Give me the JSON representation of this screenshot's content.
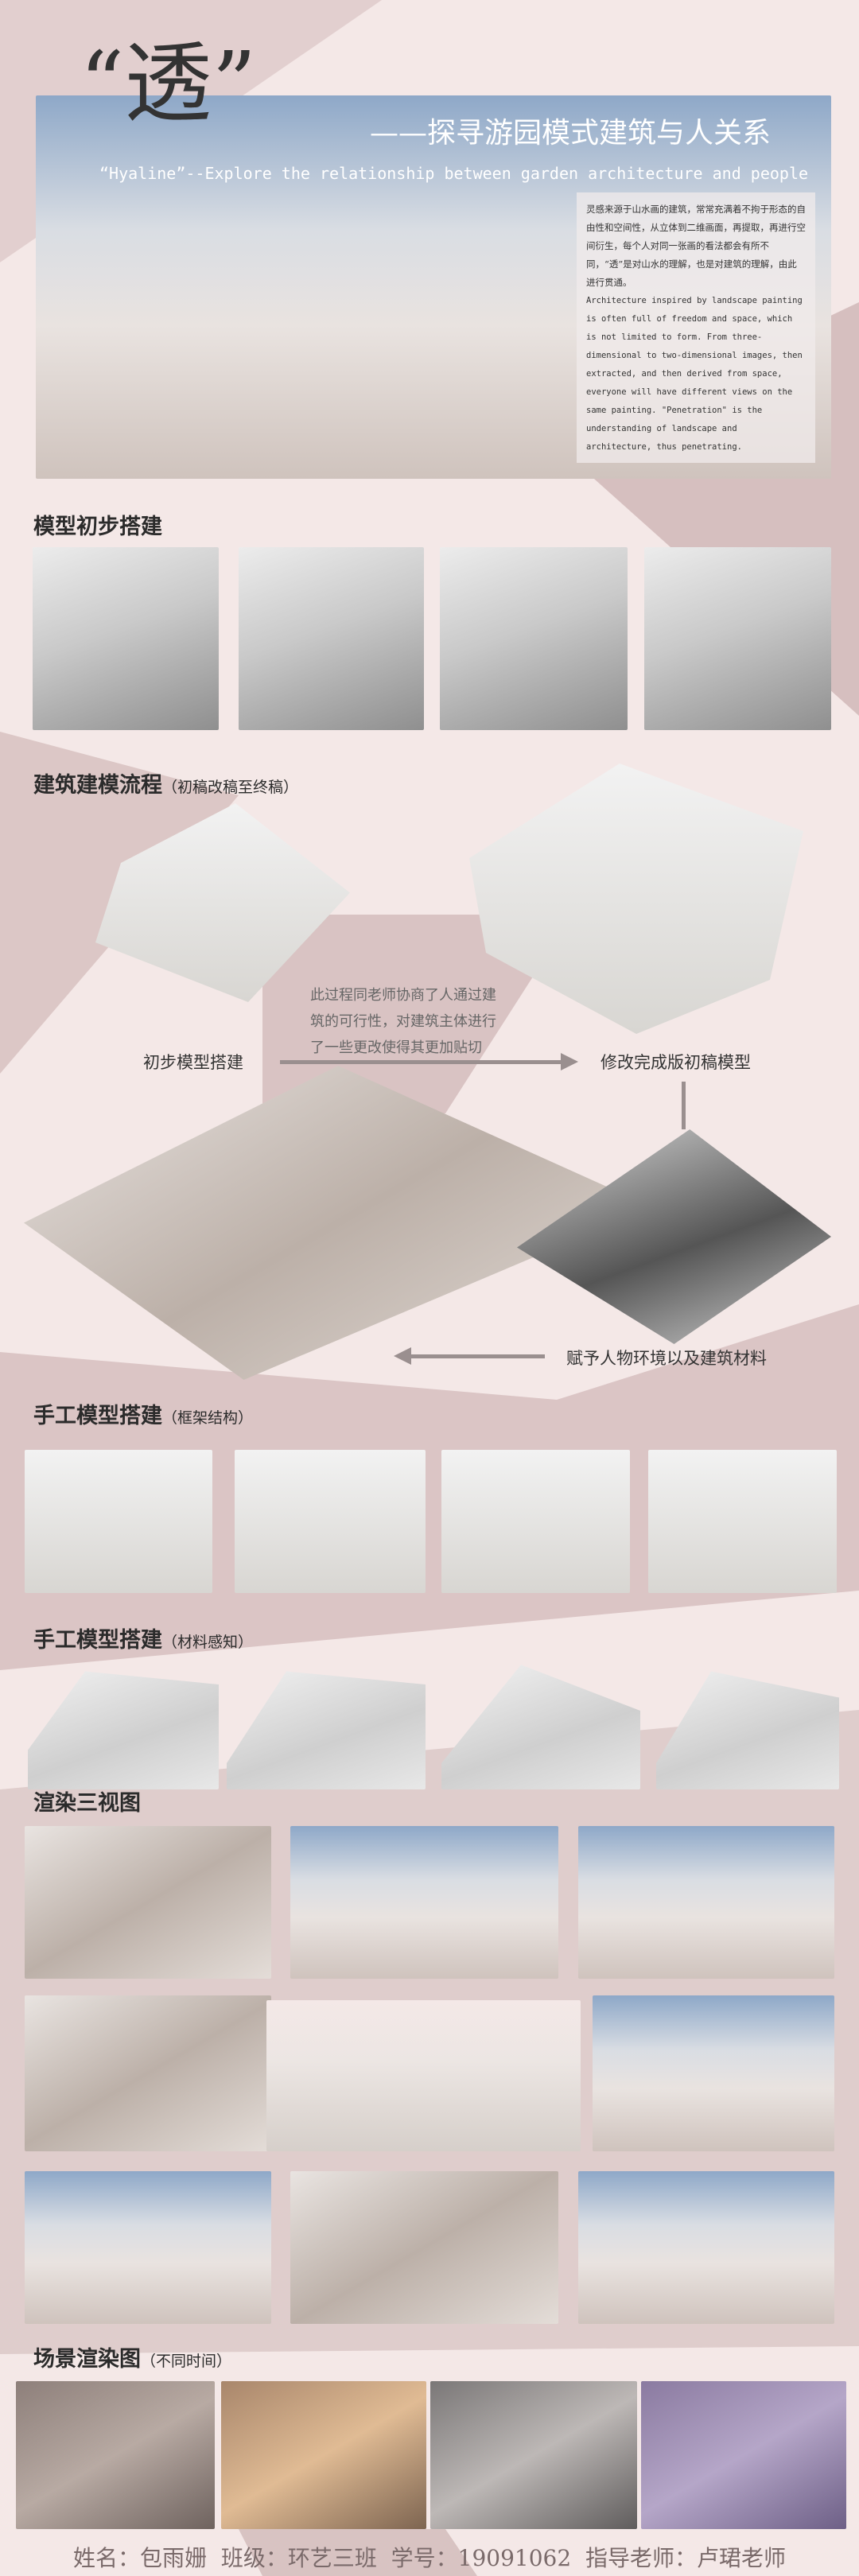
{
  "header": {
    "title_char": "“透”",
    "subtitle_cn": "——探寻游园模式建筑与人关系",
    "subtitle_en": "“Hyaline”--Explore the relationship between garden architecture and people"
  },
  "intro": {
    "cn": "灵感来源于山水画的建筑，常常充满着不拘于形态的自由性和空间性，从立体到二维画面，再提取，再进行空间衍生，每个人对同一张画的看法都会有所不同，“透”是对山水的理解，也是对建筑的理解，由此进行贯通。",
    "en": "Architecture inspired by landscape painting is often full of freedom and space, which is not limited to form. From three-dimensional to two-dimensional images, then extracted, and then derived from space, everyone will have different views on the same painting. \"Penetration\" is the understanding of landscape and architecture, thus penetrating."
  },
  "sections": {
    "model_initial": "模型初步搭建",
    "modeling_flow": "建筑建模流程",
    "modeling_flow_note": "（初稿改稿至终稿）",
    "handmade_frame": "手工模型搭建",
    "handmade_frame_note": "（框架结构）",
    "handmade_material": "手工模型搭建",
    "handmade_material_note": "（材料感知）",
    "render_views": "渲染三视图",
    "scene_render": "场景渲染图",
    "scene_render_note": "（不同时间）"
  },
  "flow": {
    "step1": "初步模型搭建",
    "note": "此过程同老师协商了人通过建筑的可行性，对建筑主体进行了一些更改使得其更加贴切",
    "step2": "修改完成版初稿模型",
    "step3": "赋予人物环境以及建筑材料"
  },
  "footer": {
    "text": "姓名：包雨姗  班级：环艺三班  学号：19091062  指导老师：卢珺老师"
  }
}
